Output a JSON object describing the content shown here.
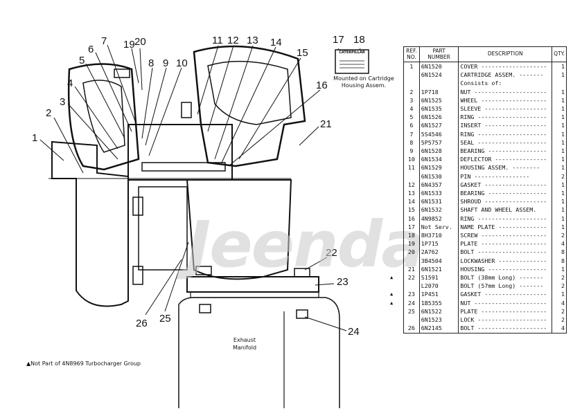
{
  "callouts": [
    "1",
    "2",
    "3",
    "4",
    "5",
    "6",
    "7",
    "19",
    "20",
    "8",
    "9",
    "10",
    "11",
    "12",
    "13",
    "14",
    "15",
    "16",
    "17",
    "18",
    "21",
    "22",
    "23",
    "24",
    "25",
    "26"
  ],
  "plate_label": "CATERPILLAR",
  "mount_note": [
    "Mounted on Cartridge",
    "Housing Assem."
  ],
  "exhaust_label": [
    "Exhaust",
    "Manifold"
  ],
  "footnote": "▲Not Part of 4N8969 Turbocharger Group",
  "watermark": "Jeenda",
  "table": {
    "headers": {
      "ref": [
        "REF.",
        "NO."
      ],
      "part": [
        "PART",
        "NUMBER"
      ],
      "desc": "DESCRIPTION",
      "qty": "QTY."
    },
    "rows": [
      {
        "tri": "",
        "ref": "1",
        "pn": "6N1520",
        "desc": "COVER -------------------",
        "qty": "1"
      },
      {
        "tri": "",
        "ref": "",
        "pn": "6N1524",
        "desc": "CARTRIDGE ASSEM. -------",
        "qty": "1"
      },
      {
        "tri": "",
        "ref": "",
        "pn": "",
        "desc": "      Consists of:",
        "qty": ""
      },
      {
        "tri": "",
        "ref": "2",
        "pn": "1P718",
        "desc": "NUT ---------------------",
        "qty": "1"
      },
      {
        "tri": "",
        "ref": "3",
        "pn": "6N1525",
        "desc": "WHEEL -------------------",
        "qty": "1"
      },
      {
        "tri": "",
        "ref": "4",
        "pn": "6N1535",
        "desc": "SLEEVE ------------------",
        "qty": "1"
      },
      {
        "tri": "",
        "ref": "5",
        "pn": "6N1526",
        "desc": "RING --------------------",
        "qty": "1"
      },
      {
        "tri": "",
        "ref": "6",
        "pn": "6N1527",
        "desc": "INSERT ------------------",
        "qty": "1"
      },
      {
        "tri": "",
        "ref": "7",
        "pn": "5S4546",
        "desc": "RING --------------------",
        "qty": "1"
      },
      {
        "tri": "",
        "ref": "8",
        "pn": "5P5757",
        "desc": "SEAL --------------------",
        "qty": "1"
      },
      {
        "tri": "",
        "ref": "9",
        "pn": "6N1528",
        "desc": "BEARING -----------------",
        "qty": "1"
      },
      {
        "tri": "",
        "ref": "10",
        "pn": "6N1534",
        "desc": "DEFLECTOR ---------------",
        "qty": "1"
      },
      {
        "tri": "",
        "ref": "11",
        "pn": "6N1529",
        "desc": "HOUSING ASSEM. --------",
        "qty": "1"
      },
      {
        "tri": "",
        "ref": "",
        "pn": "6N1530",
        "desc": "     PIN ----------------",
        "qty": "2"
      },
      {
        "tri": "",
        "ref": "12",
        "pn": "6N4357",
        "desc": "GASKET ------------------",
        "qty": "1"
      },
      {
        "tri": "",
        "ref": "13",
        "pn": "6N1533",
        "desc": "BEARING -----------------",
        "qty": "1"
      },
      {
        "tri": "",
        "ref": "14",
        "pn": "6N1531",
        "desc": "SHROUD ------------------",
        "qty": "1"
      },
      {
        "tri": "",
        "ref": "15",
        "pn": "6N1532",
        "desc": "SHAFT AND WHEEL ASSEM.",
        "qty": "1"
      },
      {
        "tri": "",
        "ref": "16",
        "pn": "4N9852",
        "desc": "RING --------------------",
        "qty": "1"
      },
      {
        "tri": "",
        "ref": "17",
        "pn": "Not Serv.",
        "desc": "NAME PLATE --------------",
        "qty": "1"
      },
      {
        "tri": "",
        "ref": "18",
        "pn": "8H3710",
        "desc": "SCREW -------------------",
        "qty": "2"
      },
      {
        "tri": "",
        "ref": "19",
        "pn": "1P715",
        "desc": "PLATE -------------------",
        "qty": "4"
      },
      {
        "tri": "",
        "ref": "20",
        "pn": "2A762",
        "desc": "BOLT --------------------",
        "qty": "8"
      },
      {
        "tri": "",
        "ref": "",
        "pn": "3B4504",
        "desc": "LOCKWASHER --------------",
        "qty": "8"
      },
      {
        "tri": "",
        "ref": "21",
        "pn": "6N1521",
        "desc": "HOUSING -----------------",
        "qty": "1"
      },
      {
        "tri": "▲",
        "ref": "22",
        "pn": "S1591",
        "desc": "BOLT (38mm Long) -------",
        "qty": "2"
      },
      {
        "tri": "",
        "ref": "",
        "pn": "L2070",
        "desc": "BOLT (57mm Long) -------",
        "qty": "2"
      },
      {
        "tri": "▲",
        "ref": "23",
        "pn": "1P451",
        "desc": "GASKET ------------------",
        "qty": "1"
      },
      {
        "tri": "▲",
        "ref": "24",
        "pn": "1B5355",
        "desc": "NUT ---------------------",
        "qty": "4"
      },
      {
        "tri": "",
        "ref": "25",
        "pn": "6N1522",
        "desc": "PLATE -------------------",
        "qty": "2"
      },
      {
        "tri": "",
        "ref": "",
        "pn": "6N1523",
        "desc": "LOCK --------------------",
        "qty": "2"
      },
      {
        "tri": "",
        "ref": "26",
        "pn": "6N2145",
        "desc": "BOLT --------------------",
        "qty": "4"
      }
    ]
  }
}
